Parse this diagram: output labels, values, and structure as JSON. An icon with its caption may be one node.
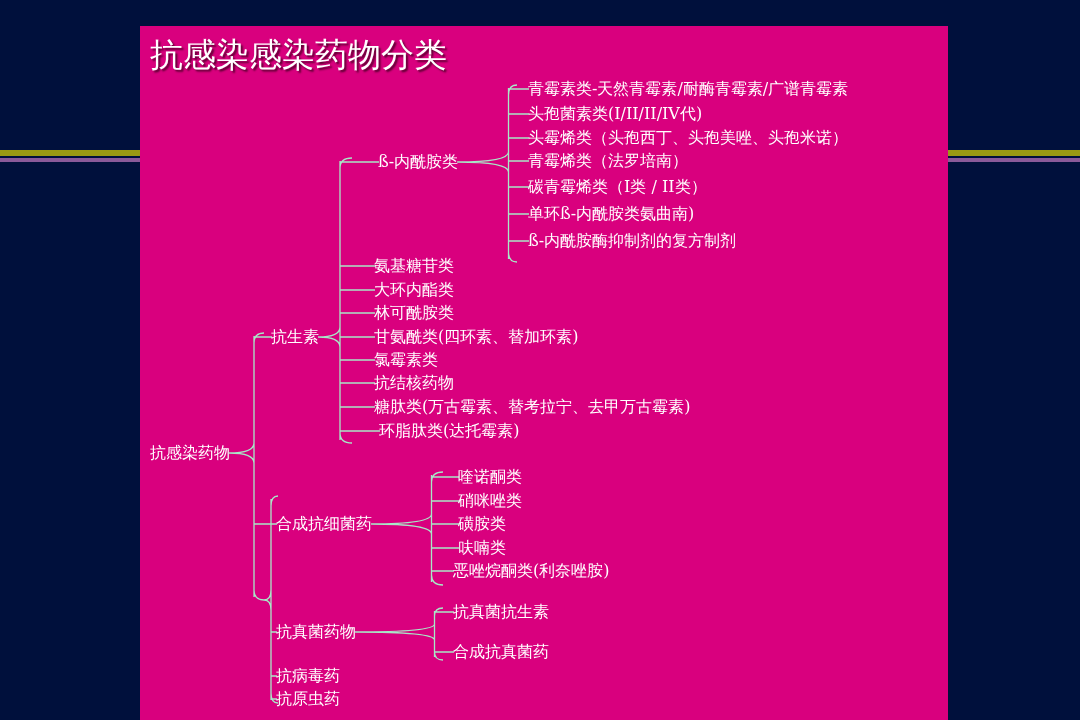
{
  "diagram": {
    "title": "抗感染感染药物分类",
    "nodes": [
      {
        "text": [
          "抗感染药物"
        ]
      },
      {
        "text": [
          "抗生素"
        ]
      },
      {
        "text": [
          "ß-内酰胺类"
        ]
      },
      {
        "text": [
          "青霉素类-天然青霉素/耐酶青霉素/广谱青霉素"
        ]
      },
      {
        "text": [
          "头孢菌素类(I/II/II/IV代)"
        ]
      },
      {
        "text": [
          "头霉烯类（头孢西丁、头孢美唑、头孢米诺）"
        ]
      },
      {
        "text": [
          "青霉烯类（法罗培南）"
        ]
      },
      {
        "text": [
          "碳青霉烯类（I类 / II类）"
        ]
      },
      {
        "text": [
          "单环ß-内酰胺类氨曲南)"
        ]
      },
      {
        "text": [
          "ß-内酰胺酶抑制剂的复方制剂"
        ]
      },
      {
        "text": [
          "氨基糖苷类"
        ]
      },
      {
        "text": [
          "大环内酯类"
        ]
      },
      {
        "text": [
          "林可酰胺类"
        ]
      },
      {
        "text": [
          "甘氨酰类(四环素、替加环素)"
        ]
      },
      {
        "text": [
          "氯霉素类"
        ]
      },
      {
        "text": [
          "抗结核药物"
        ]
      },
      {
        "text": [
          "糖肽类(万古霉素、替考拉宁、去甲万古霉素)"
        ]
      },
      {
        "text": [
          "环脂肽类(达托霉素)"
        ]
      },
      {
        "text": [
          "合成抗细菌药"
        ]
      },
      {
        "text": [
          "喹诺酮类"
        ]
      },
      {
        "text": [
          "硝咪唑类"
        ]
      },
      {
        "text": [
          "磺胺类"
        ]
      },
      {
        "text": [
          "呋喃类"
        ]
      },
      {
        "text": [
          "恶唑烷酮类(利奈唑胺)"
        ]
      },
      {
        "text": [
          "抗真菌药物"
        ]
      },
      {
        "text": [
          "抗真菌抗生素"
        ]
      },
      {
        "text": [
          "合成抗真菌药"
        ]
      },
      {
        "text": [
          "抗病毒药"
        ]
      },
      {
        "text": [
          "抗原虫药"
        ]
      }
    ],
    "edges": [
      {
        "from": 0,
        "to": 1,
        "arrow": "none"
      },
      {
        "from": 0,
        "to": 18,
        "arrow": "none"
      },
      {
        "from": 0,
        "to": 24,
        "arrow": "none"
      },
      {
        "from": 0,
        "to": 27,
        "arrow": "none"
      },
      {
        "from": 0,
        "to": 28,
        "arrow": "none"
      },
      {
        "from": 1,
        "to": 2,
        "arrow": "none"
      },
      {
        "from": 1,
        "to": 10,
        "arrow": "none"
      },
      {
        "from": 1,
        "to": 11,
        "arrow": "none"
      },
      {
        "from": 1,
        "to": 12,
        "arrow": "none"
      },
      {
        "from": 1,
        "to": 13,
        "arrow": "none"
      },
      {
        "from": 1,
        "to": 14,
        "arrow": "none"
      },
      {
        "from": 1,
        "to": 15,
        "arrow": "none"
      },
      {
        "from": 1,
        "to": 16,
        "arrow": "none"
      },
      {
        "from": 1,
        "to": 17,
        "arrow": "none"
      },
      {
        "from": 2,
        "to": 3,
        "arrow": "none"
      },
      {
        "from": 2,
        "to": 4,
        "arrow": "none"
      },
      {
        "from": 2,
        "to": 5,
        "arrow": "none"
      },
      {
        "from": 2,
        "to": 6,
        "arrow": "none"
      },
      {
        "from": 2,
        "to": 7,
        "arrow": "none"
      },
      {
        "from": 2,
        "to": 8,
        "arrow": "none"
      },
      {
        "from": 2,
        "to": 9,
        "arrow": "none"
      },
      {
        "from": 18,
        "to": 19,
        "arrow": "none"
      },
      {
        "from": 18,
        "to": 20,
        "arrow": "none"
      },
      {
        "from": 18,
        "to": 21,
        "arrow": "none"
      },
      {
        "from": 18,
        "to": 22,
        "arrow": "none"
      },
      {
        "from": 18,
        "to": 23,
        "arrow": "none"
      },
      {
        "from": 24,
        "to": 25,
        "arrow": "none"
      },
      {
        "from": 24,
        "to": 26,
        "arrow": "none"
      }
    ]
  }
}
